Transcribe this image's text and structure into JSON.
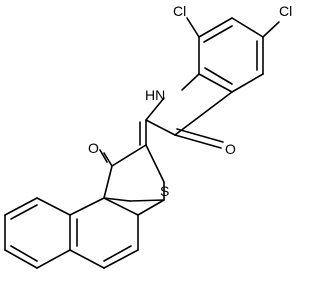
{
  "molecule": {
    "atoms": {
      "cl_top_left": "Cl",
      "cl_top_right": "Cl",
      "nh": "HN",
      "o_indoxyl": "O",
      "o_naphtho": "O",
      "s": "S"
    }
  }
}
